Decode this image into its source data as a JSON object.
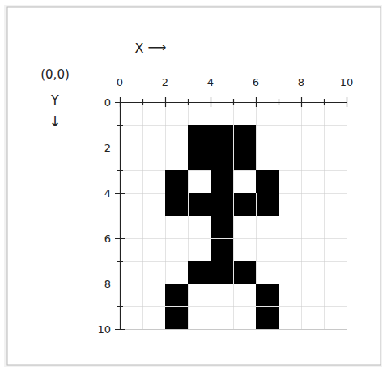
{
  "diagram": {
    "labels": [
      "X",
      "⟶",
      "(0,0)",
      "Y",
      "↓",
      "0",
      "2",
      "4",
      "6",
      "8",
      "10",
      "0",
      "2",
      "4",
      "6",
      "8",
      "10"
    ]
  }
}
